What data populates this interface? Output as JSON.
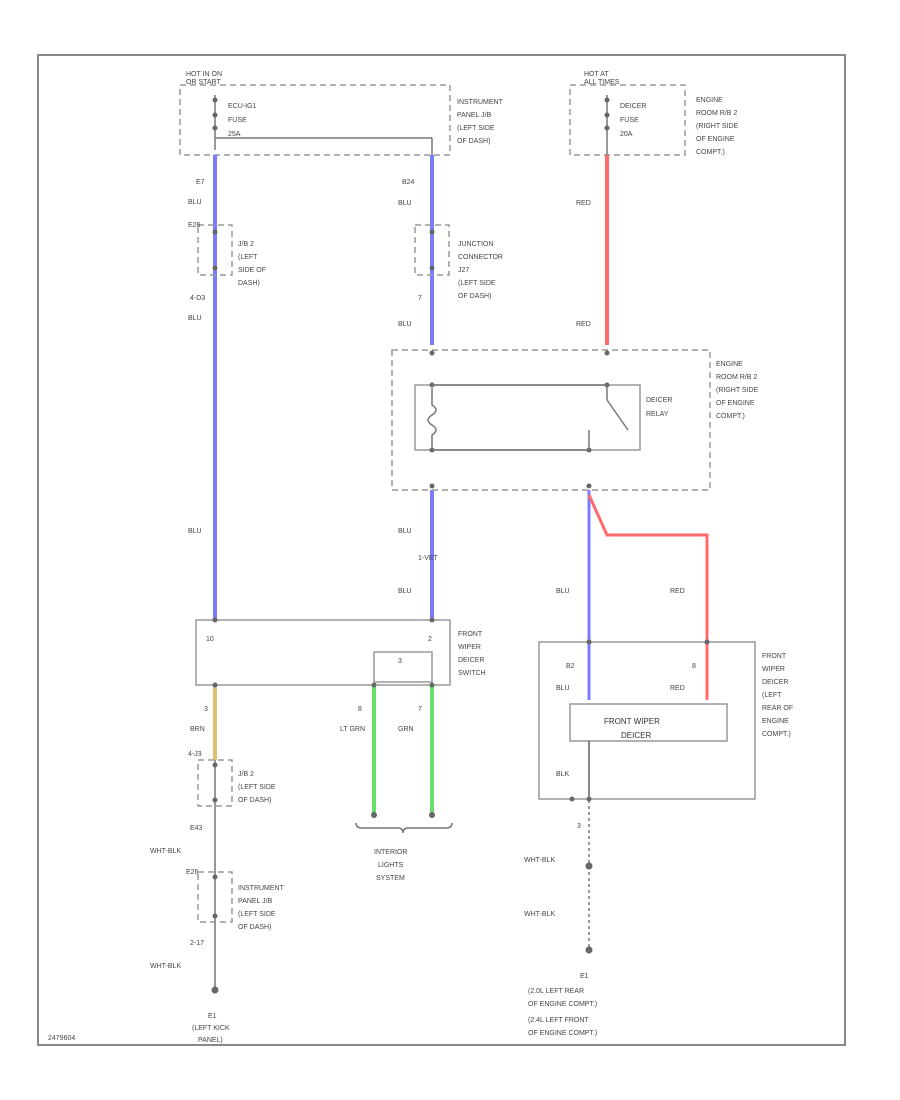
{
  "colors": {
    "blu": "#7b7bff",
    "red": "#ff6a6a",
    "grn": "#66e066",
    "brn": "#e0c070",
    "frame": "#888888",
    "text": "#333333"
  },
  "sources": {
    "left_hot": [
      "HOT IN ON",
      "OR START"
    ],
    "left_fuse": [
      "ECU-IG1",
      "FUSE",
      "25A"
    ],
    "left_box": [
      "INSTRUMENT",
      "PANEL J/B",
      "(LEFT SIDE",
      "OF DASH)"
    ],
    "right_hot": [
      "HOT AT",
      "ALL TIMES"
    ],
    "right_fuse": [
      "DEICER",
      "FUSE",
      "20A"
    ],
    "right_box": [
      "ENGINE",
      "ROOM R/B 2",
      "(RIGHT SIDE",
      "OF ENGINE",
      "COMPT.)"
    ]
  },
  "wire_labels": {
    "l1_pin": "E7",
    "l1_color": "BLU",
    "l2_pin": "4-D3",
    "l2_color": "BLU",
    "l3_color": "BLU",
    "m1_pin": "B24",
    "m1_color": "BLU",
    "m2_pin": "7",
    "m2_color": "BLU",
    "m3_color": "BLU",
    "m3_pin": "1-VET",
    "m4_color": "BLU",
    "r1_color": "RED",
    "r2_color": "RED",
    "rb_color": "BLU",
    "rr_color": "RED",
    "brn_pin": "3",
    "brn_color": "BRN",
    "ltg_pin": "8",
    "ltg_color": "LT GRN",
    "grn_pin": "7",
    "grn_color": "GRN",
    "wb1": "WHT-BLK",
    "wb2": "WHT-BLK",
    "wb3": "WHT-BLK",
    "wb4": "WHT-BLK",
    "e43": "E43",
    "e17": "2-17",
    "pin3": "3",
    "b2": "B2",
    "b2_color": "BLU",
    "b8": "8",
    "b8_color": "RED",
    "blk": "BLK",
    "j1": "4-J3",
    "j2": "E26"
  },
  "components": {
    "jb2_top": [
      "J/B 2",
      "(LEFT",
      "SIDE OF",
      "DASH)"
    ],
    "junction_connector": [
      "JUNCTION",
      "CONNECTOR",
      "J27",
      "(LEFT SIDE",
      "OF DASH)"
    ],
    "relay_box": [
      "ENGINE",
      "ROOM R/B 2",
      "(RIGHT SIDE",
      "OF ENGINE",
      "COMPT.)"
    ],
    "deicer_relay": [
      "DEICER",
      "RELAY"
    ],
    "switch_name": [
      "FRONT",
      "WIPER",
      "DEICER",
      "SWITCH"
    ],
    "switch_pins": [
      "10",
      "2",
      "3"
    ],
    "interior_lights": [
      "INTERIOR",
      "LIGHTS",
      "SYSTEM"
    ],
    "deicer_name": [
      "FRONT",
      "WIPER",
      "DEICER",
      "(LEFT",
      "REAR OF",
      "ENGINE",
      "COMPT.)"
    ],
    "deicer_label": [
      "FRONT WIPER",
      "DEICER"
    ],
    "jb2_bottom": [
      "J/B 2",
      "(LEFT SIDE",
      "OF DASH)"
    ],
    "ipjb_bottom": [
      "INSTRUMENT",
      "PANEL J/B",
      "(LEFT SIDE",
      "OF DASH)"
    ]
  },
  "grounds": {
    "left": [
      "E1",
      "(LEFT KICK",
      "PANEL)"
    ],
    "right": [
      "E1",
      "(2.0L LEFT REAR",
      "OF ENGINE COMPT.)",
      "(2.4L LEFT FRONT",
      "OF ENGINE COMPT.)"
    ]
  },
  "footer_code": "2479604"
}
